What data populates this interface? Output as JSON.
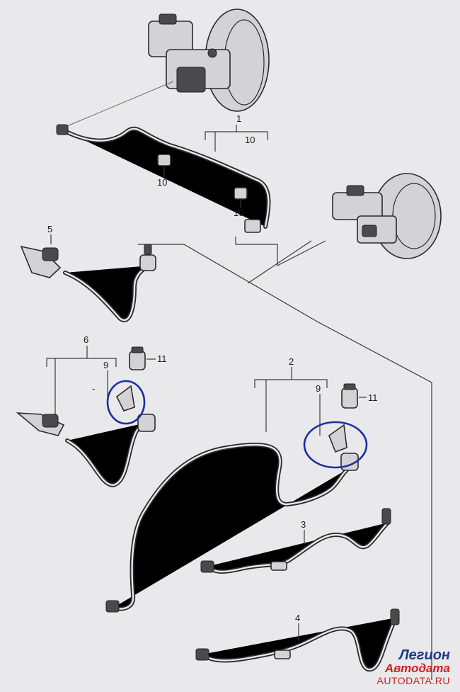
{
  "callouts": {
    "c1": "1",
    "c2": "2",
    "c3": "3",
    "c4": "4",
    "c5": "5",
    "c6": "6",
    "c9a": "9",
    "c9b": "9",
    "c10a": "10",
    "c10b": "10",
    "c10c": "10",
    "c11a": "11",
    "c11b": "11",
    "dash": "-"
  },
  "watermark": {
    "line1": "Легион",
    "line2": "Автодата",
    "line3": "AUTODATA.RU"
  },
  "colors": {
    "highlight": "#1c2f9e",
    "background": "#e9e8ea"
  }
}
